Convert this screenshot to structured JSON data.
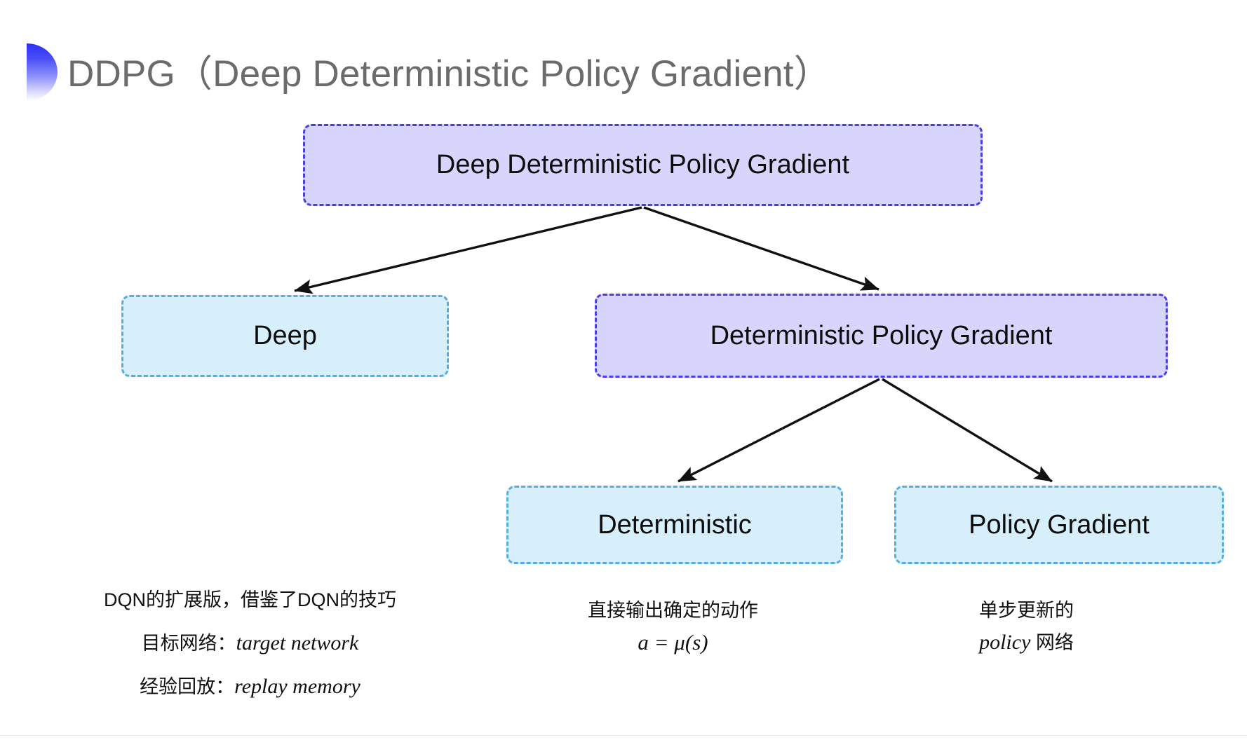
{
  "slide": {
    "title": "DDPG（Deep Deterministic Policy Gradient）",
    "background": "#ffffff"
  },
  "colors": {
    "title_text": "#6b6b6b",
    "bullet_gradient_top": "#2b2ff5",
    "bullet_gradient_bottom": "#ffffff",
    "purple_fill": "#d7d5fb",
    "purple_border": "#4a3fe0",
    "blue_fill": "#d6effb",
    "blue_border": "#56aee0",
    "connector": "#111111",
    "body_text": "#101010"
  },
  "diagram": {
    "nodes": {
      "root": "Deep Deterministic Policy Gradient",
      "deep": "Deep",
      "dpg": "Deterministic Policy Gradient",
      "deterministic": "Deterministic",
      "policy_gradient": "Policy Gradient"
    },
    "edges": [
      {
        "from": "root",
        "to": "deep"
      },
      {
        "from": "root",
        "to": "dpg"
      },
      {
        "from": "dpg",
        "to": "deterministic"
      },
      {
        "from": "dpg",
        "to": "policy_gradient"
      }
    ]
  },
  "captions": {
    "deep": {
      "line1": "DQN的扩展版，借鉴了DQN的技巧",
      "line2_label": "目标网络：",
      "line2_term": "target network",
      "line3_label": "经验回放：",
      "line3_term": "replay memory"
    },
    "deterministic": {
      "line1": "直接输出确定的动作",
      "line2_formula": "a = μ(s)"
    },
    "policy_gradient": {
      "line1": "单步更新的",
      "line2_term": "policy",
      "line2_suffix": " 网络"
    }
  }
}
